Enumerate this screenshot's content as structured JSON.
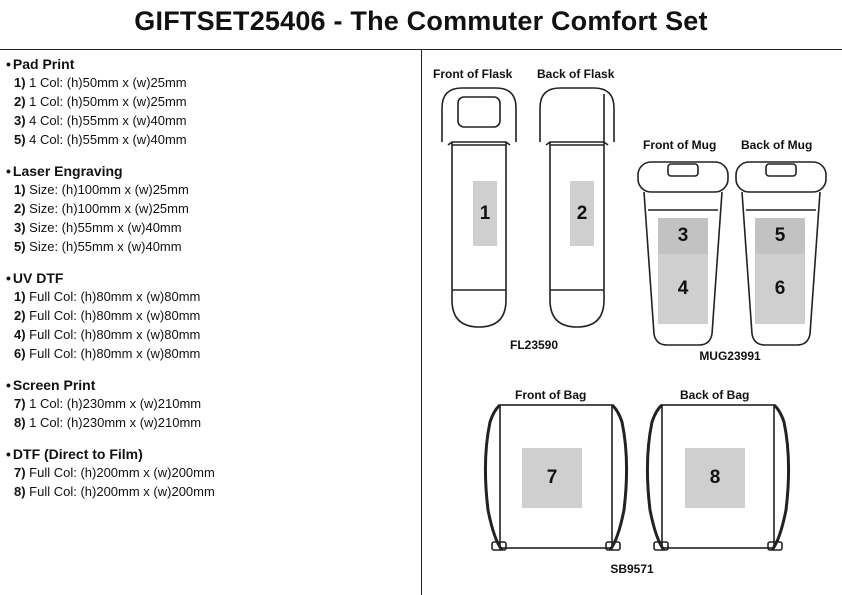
{
  "title": "GIFTSET25406 - The Commuter Comfort Set",
  "methods": [
    {
      "name": "Pad Print",
      "options": [
        {
          "num": "1)",
          "text": " 1 Col: (h)50mm x (w)25mm"
        },
        {
          "num": "2)",
          "text": " 1 Col: (h)50mm x (w)25mm"
        },
        {
          "num": "3)",
          "text": " 4 Col: (h)55mm x (w)40mm"
        },
        {
          "num": "5)",
          "text": " 4 Col: (h)55mm x (w)40mm"
        }
      ]
    },
    {
      "name": "Laser Engraving",
      "options": [
        {
          "num": "1)",
          "text": " Size: (h)100mm x (w)25mm"
        },
        {
          "num": "2)",
          "text": " Size: (h)100mm x (w)25mm"
        },
        {
          "num": "3)",
          "text": " Size: (h)55mm x (w)40mm"
        },
        {
          "num": "5)",
          "text": " Size: (h)55mm x (w)40mm"
        }
      ]
    },
    {
      "name": "UV DTF",
      "options": [
        {
          "num": "1)",
          "text": " Full Col: (h)80mm x (w)80mm"
        },
        {
          "num": "2)",
          "text": " Full Col: (h)80mm x (w)80mm"
        },
        {
          "num": "4)",
          "text": " Full Col: (h)80mm x (w)80mm"
        },
        {
          "num": "6)",
          "text": " Full Col: (h)80mm x (w)80mm"
        }
      ]
    },
    {
      "name": "Screen Print",
      "options": [
        {
          "num": "7)",
          "text": " 1 Col: (h)230mm x (w)210mm"
        },
        {
          "num": "8)",
          "text": " 1 Col: (h)230mm x (w)210mm"
        }
      ]
    },
    {
      "name": "DTF (Direct to Film)",
      "options": [
        {
          "num": "7)",
          "text": " Full Col: (h)200mm x (w)200mm"
        },
        {
          "num": "8)",
          "text": " Full Col: (h)200mm x (w)200mm"
        }
      ]
    }
  ],
  "flask": {
    "front_label": "Front of Flask",
    "back_label": "Back of Flask",
    "code": "FL23590",
    "area_front": "1",
    "area_back": "2"
  },
  "mug": {
    "front_label": "Front of Mug",
    "back_label": "Back of Mug",
    "code": "MUG23991",
    "front_areas": [
      "3",
      "4"
    ],
    "back_areas": [
      "5",
      "6"
    ]
  },
  "bag": {
    "front_label": "Front of Bag",
    "back_label": "Back of Bag",
    "code": "SB9571",
    "area_front": "7",
    "area_back": "8"
  },
  "colors": {
    "print_area": "#cfcfcf",
    "outline": "#222222"
  }
}
